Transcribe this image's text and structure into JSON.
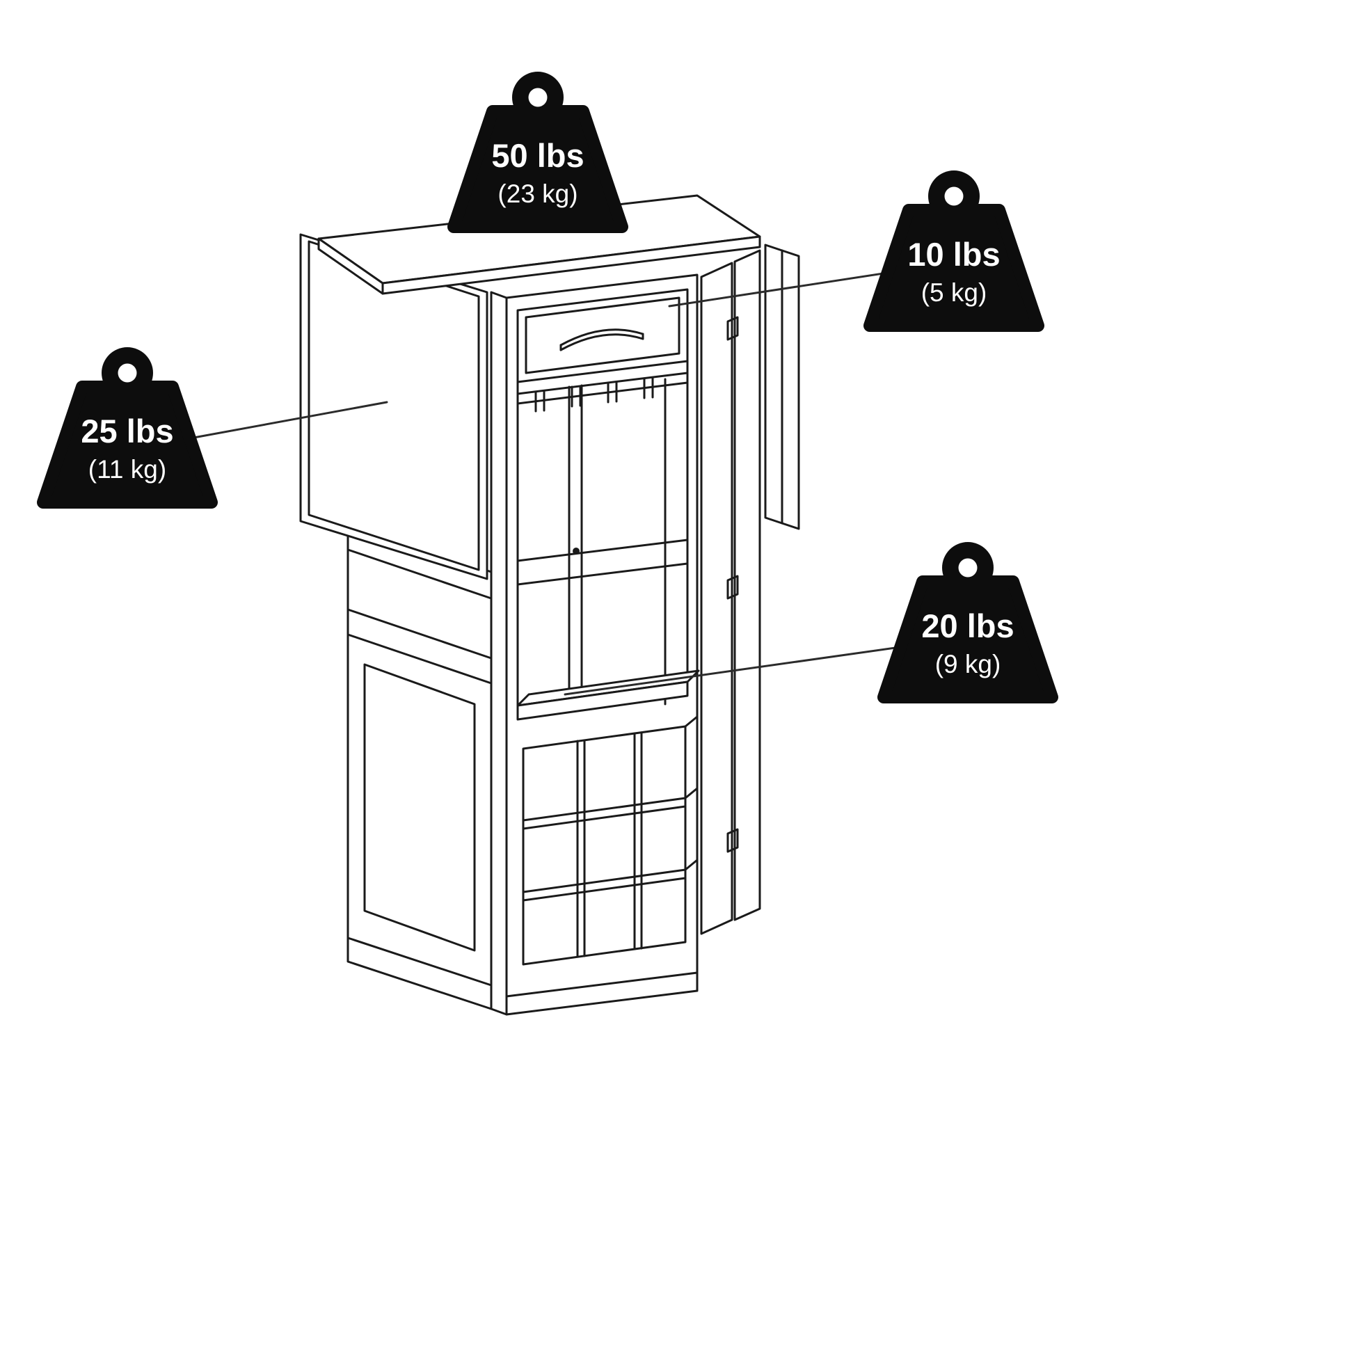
{
  "diagram": {
    "type": "product-weight-capacity-diagram",
    "subject": "drop-leaf wine cabinet line drawing",
    "colors": {
      "background": "#ffffff",
      "line_ink": "#1a1a1a",
      "weight_fill": "#0d0d0d",
      "weight_text": "#ffffff"
    },
    "weights": {
      "top": {
        "lbs": "50 lbs",
        "kg": "(23 kg)"
      },
      "drawer": {
        "lbs": "10 lbs",
        "kg": "(5 kg)"
      },
      "leaf": {
        "lbs": "25 lbs",
        "kg": "(11 kg)"
      },
      "shelf": {
        "lbs": "20 lbs",
        "kg": "(9 kg)"
      }
    }
  }
}
